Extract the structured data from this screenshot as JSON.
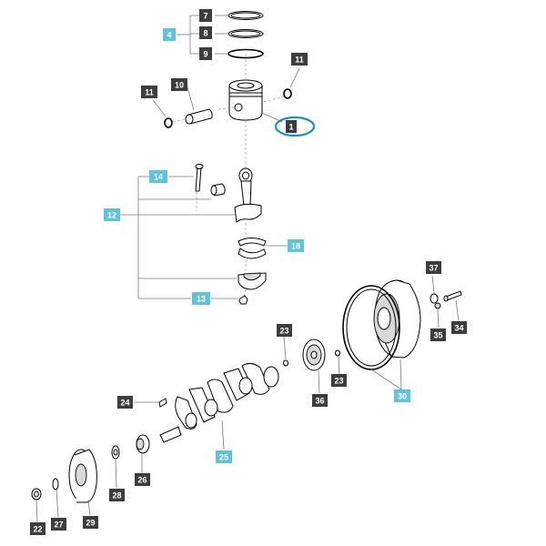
{
  "labels": {
    "p1": "1",
    "p4": "4",
    "p7": "7",
    "p8": "8",
    "p9": "9",
    "p10": "10",
    "p11a": "11",
    "p11b": "11",
    "p12": "12",
    "p13": "13",
    "p14": "14",
    "p18": "18",
    "p22": "22",
    "p23a": "23",
    "p23b": "23",
    "p24": "24",
    "p25": "25",
    "p26": "26",
    "p27": "27",
    "p28": "28",
    "p29": "29",
    "p30": "30",
    "p34": "34",
    "p35": "35",
    "p36": "36",
    "p37": "37"
  },
  "colors": {
    "dark_label": "#3d3d3d",
    "blue_label": "#5fc3dc",
    "highlight": "#1a8fc2"
  },
  "highlighted_part": "1"
}
